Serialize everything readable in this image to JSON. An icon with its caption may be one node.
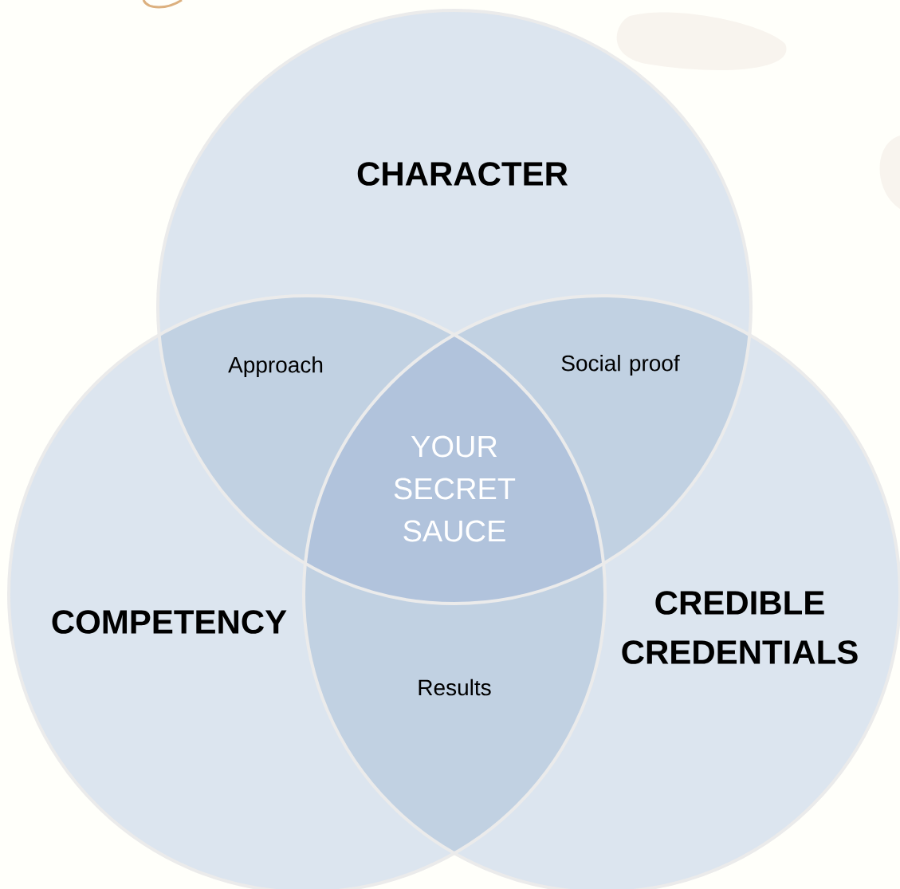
{
  "diagram": {
    "nodes": [
      {
        "text": [
          "CHARACTER"
        ]
      },
      {
        "text": [
          "COMPETENCY"
        ]
      },
      {
        "text": [
          "CREDIBLE CREDENTIALS"
        ]
      }
    ],
    "labels": [
      "Approach",
      "Social proof",
      "YOUR SECRET SAUCE",
      "Results"
    ]
  }
}
